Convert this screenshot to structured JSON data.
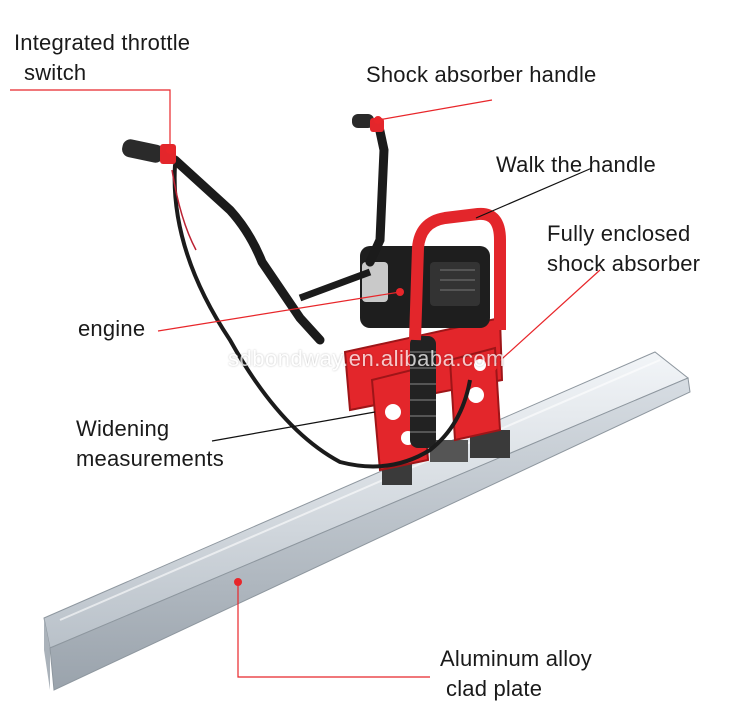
{
  "labels": {
    "throttle_line1": "Integrated throttle",
    "throttle_line2": "switch",
    "shock_handle": "Shock absorber handle",
    "walk_handle": "Walk the handle",
    "enclosed_line1": "Fully enclosed",
    "enclosed_line2": "shock absorber",
    "engine": "engine",
    "widening_line1": "Widening",
    "widening_line2": "measurements",
    "plate_line1": "Aluminum alloy",
    "plate_line2": "clad plate"
  },
  "watermark": "sdbondway.en.alibaba.com",
  "colors": {
    "leader_red": "#e8262a",
    "leader_black": "#111111",
    "frame_red": "#e3262b",
    "plate_silver": "#cfd5db",
    "handle_black": "#1b1b1b"
  }
}
